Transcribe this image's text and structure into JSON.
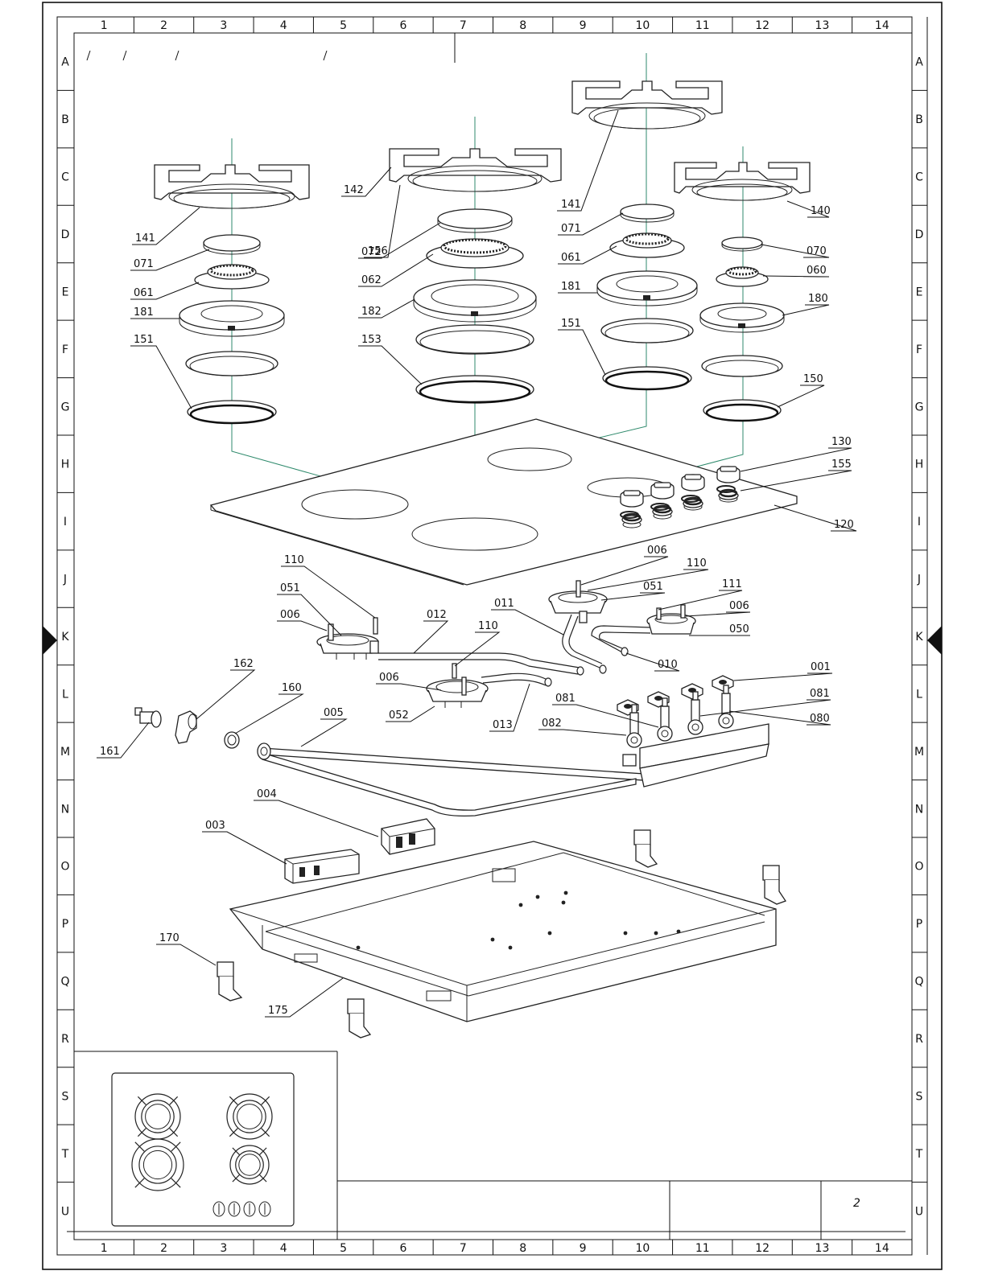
{
  "sheet": {
    "columns": [
      "1",
      "2",
      "3",
      "4",
      "5",
      "6",
      "7",
      "8",
      "9",
      "10",
      "11",
      "12",
      "13",
      "14"
    ],
    "rows": [
      "A",
      "B",
      "C",
      "D",
      "E",
      "F",
      "G",
      "H",
      "I",
      "J",
      "K",
      "L",
      "M",
      "N",
      "O",
      "P",
      "Q",
      "R",
      "S",
      "T",
      "U"
    ],
    "title_block": {
      "sheet_number": "2"
    }
  },
  "callouts": [
    {
      "id": "c142",
      "label": "142"
    },
    {
      "id": "c156",
      "label": "156"
    },
    {
      "id": "c141a",
      "label": "141"
    },
    {
      "id": "c141b",
      "label": "141"
    },
    {
      "id": "c140",
      "label": "140"
    },
    {
      "id": "c071a",
      "label": "071"
    },
    {
      "id": "c072",
      "label": "072"
    },
    {
      "id": "c071b",
      "label": "071"
    },
    {
      "id": "c070",
      "label": "070"
    },
    {
      "id": "c061a",
      "label": "061"
    },
    {
      "id": "c062",
      "label": "062"
    },
    {
      "id": "c061b",
      "label": "061"
    },
    {
      "id": "c060",
      "label": "060"
    },
    {
      "id": "c181a",
      "label": "181"
    },
    {
      "id": "c182",
      "label": "182"
    },
    {
      "id": "c181b",
      "label": "181"
    },
    {
      "id": "c180",
      "label": "180"
    },
    {
      "id": "c151a",
      "label": "151"
    },
    {
      "id": "c153",
      "label": "153"
    },
    {
      "id": "c151b",
      "label": "151"
    },
    {
      "id": "c150",
      "label": "150"
    },
    {
      "id": "c130",
      "label": "130"
    },
    {
      "id": "c155",
      "label": "155"
    },
    {
      "id": "c120",
      "label": "120"
    },
    {
      "id": "c110a",
      "label": "110"
    },
    {
      "id": "c006a",
      "label": "006"
    },
    {
      "id": "c110b",
      "label": "110"
    },
    {
      "id": "c051a",
      "label": "051"
    },
    {
      "id": "c051b",
      "label": "051"
    },
    {
      "id": "c111",
      "label": "111"
    },
    {
      "id": "c006b",
      "label": "006"
    },
    {
      "id": "c006c",
      "label": "006"
    },
    {
      "id": "c012",
      "label": "012"
    },
    {
      "id": "c011",
      "label": "011"
    },
    {
      "id": "c110c",
      "label": "110"
    },
    {
      "id": "c050",
      "label": "050"
    },
    {
      "id": "c010",
      "label": "010"
    },
    {
      "id": "c006d",
      "label": "006"
    },
    {
      "id": "c001",
      "label": "001"
    },
    {
      "id": "c162",
      "label": "162"
    },
    {
      "id": "c160",
      "label": "160"
    },
    {
      "id": "c052",
      "label": "052"
    },
    {
      "id": "c013",
      "label": "013"
    },
    {
      "id": "c081a",
      "label": "081"
    },
    {
      "id": "c081b",
      "label": "081"
    },
    {
      "id": "c082",
      "label": "082"
    },
    {
      "id": "c080",
      "label": "080"
    },
    {
      "id": "c005",
      "label": "005"
    },
    {
      "id": "c161",
      "label": "161"
    },
    {
      "id": "c004",
      "label": "004"
    },
    {
      "id": "c003",
      "label": "003"
    },
    {
      "id": "c170",
      "label": "170"
    },
    {
      "id": "c175",
      "label": "175"
    }
  ]
}
